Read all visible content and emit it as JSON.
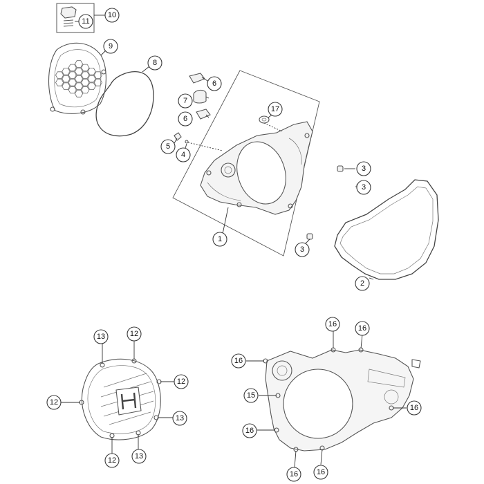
{
  "callouts": [
    {
      "id": "c10a",
      "text": "10"
    },
    {
      "id": "c11",
      "text": "11"
    },
    {
      "id": "c9",
      "text": "9"
    },
    {
      "id": "c8",
      "text": "8"
    },
    {
      "id": "c6a",
      "text": "6"
    },
    {
      "id": "c7",
      "text": "7"
    },
    {
      "id": "c6b",
      "text": "6"
    },
    {
      "id": "c17",
      "text": "17"
    },
    {
      "id": "c5",
      "text": "5"
    },
    {
      "id": "c4",
      "text": "4"
    },
    {
      "id": "c3a",
      "text": "3"
    },
    {
      "id": "c3b",
      "text": "3"
    },
    {
      "id": "c3c",
      "text": "3"
    },
    {
      "id": "c1",
      "text": "1"
    },
    {
      "id": "c2",
      "text": "2"
    },
    {
      "id": "c13a",
      "text": "13"
    },
    {
      "id": "c12a",
      "text": "12"
    },
    {
      "id": "c12b",
      "text": "12"
    },
    {
      "id": "c12c",
      "text": "12"
    },
    {
      "id": "c13b",
      "text": "13"
    },
    {
      "id": "c12d",
      "text": "12"
    },
    {
      "id": "c13c",
      "text": "13"
    },
    {
      "id": "c16a",
      "text": "16"
    },
    {
      "id": "c16b",
      "text": "16"
    },
    {
      "id": "c16c",
      "text": "16"
    },
    {
      "id": "c15",
      "text": "15"
    },
    {
      "id": "c16d",
      "text": "16"
    },
    {
      "id": "c16e",
      "text": "16"
    },
    {
      "id": "c16f",
      "text": "16"
    },
    {
      "id": "c16g",
      "text": "16"
    }
  ]
}
